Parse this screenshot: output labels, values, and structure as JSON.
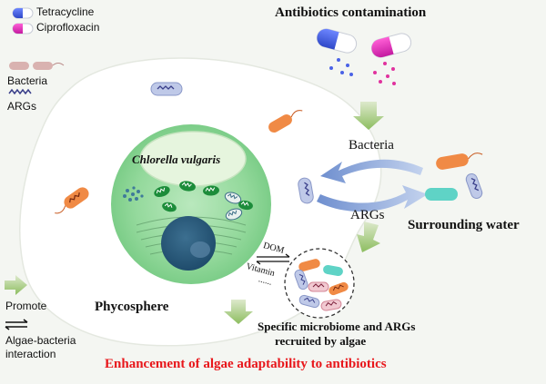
{
  "legend": {
    "tetracycline": "Tetracycline",
    "ciprofloxacin": "Ciprofloxacin",
    "bacteria": "Bacteria",
    "args": "ARGs",
    "promote": "Promote",
    "interaction_line1": "Algae-bacteria",
    "interaction_line2": "interaction"
  },
  "labels": {
    "antibiotics_contamination": "Antibiotics contamination",
    "chlorella": "Chlorella vulgaris",
    "bacteria_flow": "Bacteria",
    "args_flow": "ARGs",
    "surrounding_water": "Surrounding water",
    "dom": "DOM",
    "vitamin": "Vitamin",
    "dots": "......",
    "phycosphere": "Phycosphere",
    "microbiome_line1": "Specific microbiome and ARGs",
    "microbiome_line2": "recruited by algae",
    "conclusion": "Enhancement of algae adaptability to antibiotics"
  },
  "colors": {
    "tetracycline": "#4a62e6",
    "ciprofloxacin": "#e032b8",
    "cell": "#8fd79a",
    "conclusion": "#e8161b",
    "arrow_blue": "#9db3dc",
    "promote_green": "#9cc66f"
  }
}
